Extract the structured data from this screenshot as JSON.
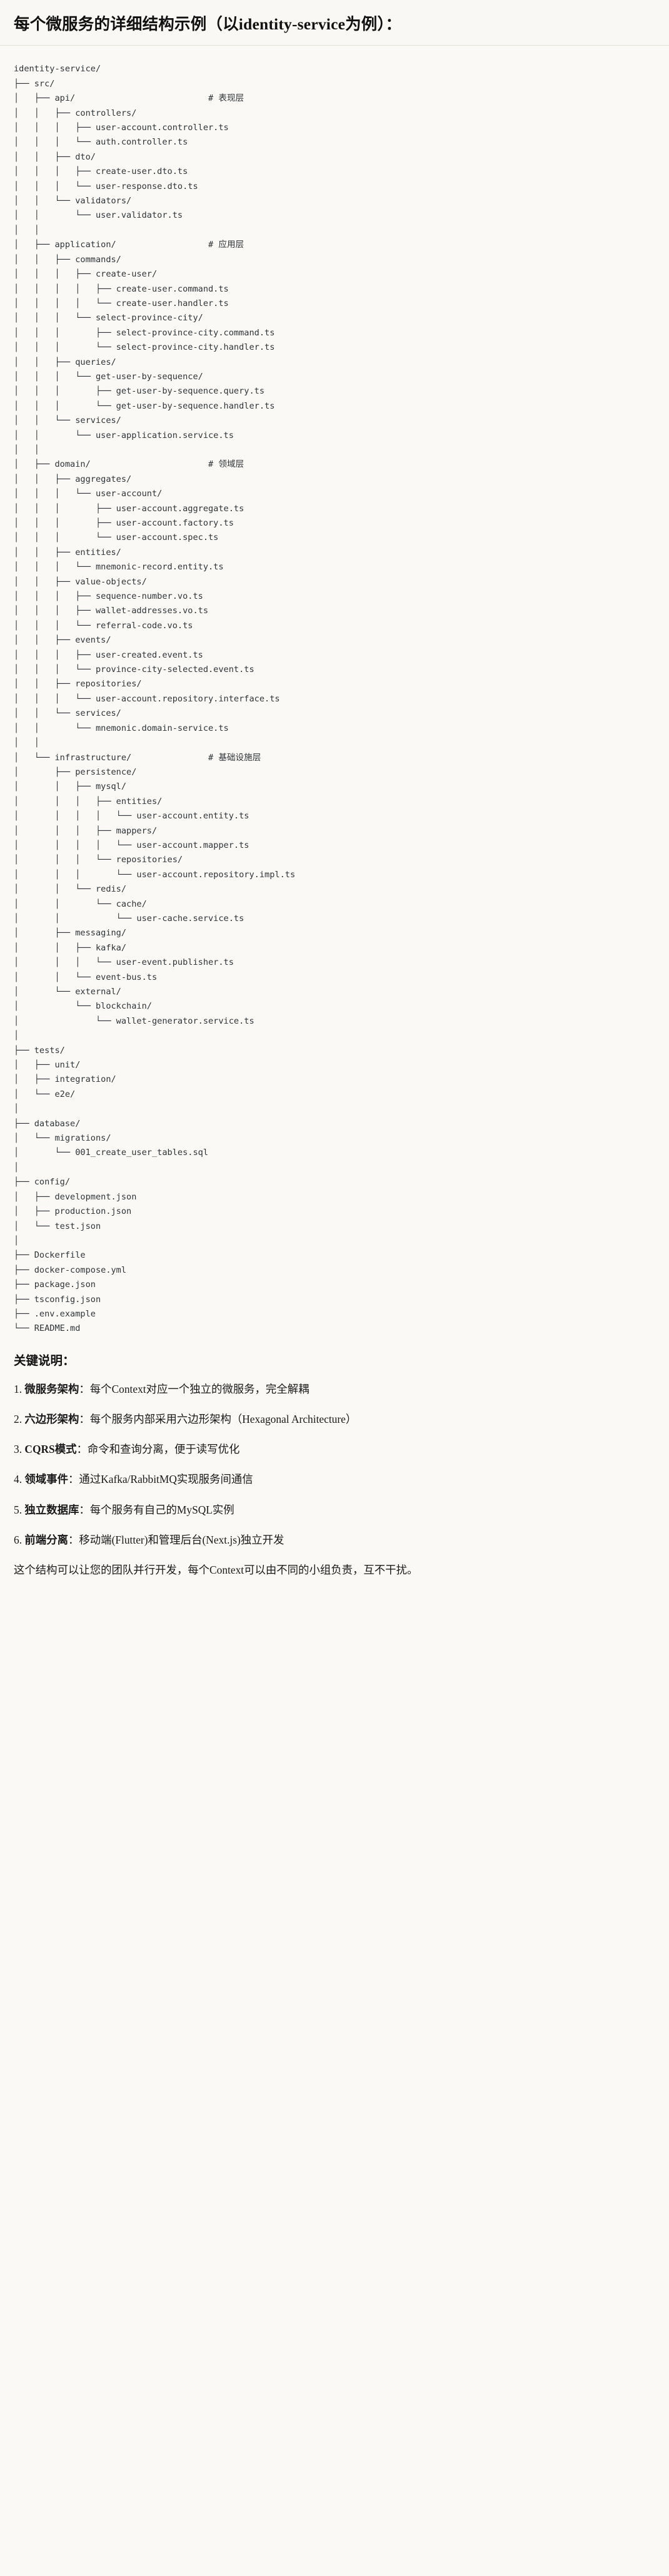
{
  "header": {
    "title": "每个微服务的详细结构示例（以identity-service为例）："
  },
  "tree": {
    "root_label": "identity-service/",
    "text": "identity-service/\n├── src/\n│   ├── api/                          # 表现层\n│   │   ├── controllers/\n│   │   │   ├── user-account.controller.ts\n│   │   │   └── auth.controller.ts\n│   │   ├── dto/\n│   │   │   ├── create-user.dto.ts\n│   │   │   └── user-response.dto.ts\n│   │   └── validators/\n│   │       └── user.validator.ts\n│   │\n│   ├── application/                  # 应用层\n│   │   ├── commands/\n│   │   │   ├── create-user/\n│   │   │   │   ├── create-user.command.ts\n│   │   │   │   └── create-user.handler.ts\n│   │   │   └── select-province-city/\n│   │   │       ├── select-province-city.command.ts\n│   │   │       └── select-province-city.handler.ts\n│   │   ├── queries/\n│   │   │   └── get-user-by-sequence/\n│   │   │       ├── get-user-by-sequence.query.ts\n│   │   │       └── get-user-by-sequence.handler.ts\n│   │   └── services/\n│   │       └── user-application.service.ts\n│   │\n│   ├── domain/                       # 领域层\n│   │   ├── aggregates/\n│   │   │   └── user-account/\n│   │   │       ├── user-account.aggregate.ts\n│   │   │       ├── user-account.factory.ts\n│   │   │       └── user-account.spec.ts\n│   │   ├── entities/\n│   │   │   └── mnemonic-record.entity.ts\n│   │   ├── value-objects/\n│   │   │   ├── sequence-number.vo.ts\n│   │   │   ├── wallet-addresses.vo.ts\n│   │   │   └── referral-code.vo.ts\n│   │   ├── events/\n│   │   │   ├── user-created.event.ts\n│   │   │   └── province-city-selected.event.ts\n│   │   ├── repositories/\n│   │   │   └── user-account.repository.interface.ts\n│   │   └── services/\n│   │       └── mnemonic.domain-service.ts\n│   │\n│   └── infrastructure/               # 基础设施层\n│       ├── persistence/\n│       │   ├── mysql/\n│       │   │   ├── entities/\n│       │   │   │   └── user-account.entity.ts\n│       │   │   ├── mappers/\n│       │   │   │   └── user-account.mapper.ts\n│       │   │   └── repositories/\n│       │   │       └── user-account.repository.impl.ts\n│       │   └── redis/\n│       │       └── cache/\n│       │           └── user-cache.service.ts\n│       ├── messaging/\n│       │   ├── kafka/\n│       │   │   └── user-event.publisher.ts\n│       │   └── event-bus.ts\n│       └── external/\n│           └── blockchain/\n│               └── wallet-generator.service.ts\n│\n├── tests/\n│   ├── unit/\n│   ├── integration/\n│   └── e2e/\n│\n├── database/\n│   └── migrations/\n│       └── 001_create_user_tables.sql\n│\n├── config/\n│   ├── development.json\n│   ├── production.json\n│   └── test.json\n│\n├── Dockerfile\n├── docker-compose.yml\n├── package.json\n├── tsconfig.json\n├── .env.example\n└── README.md",
    "comments": [
      {
        "label": "# 表现层",
        "attached_to": "api/"
      },
      {
        "label": "# 应用层",
        "attached_to": "application/"
      },
      {
        "label": "# 领域层",
        "attached_to": "domain/"
      },
      {
        "label": "# 基础设施层",
        "attached_to": "infrastructure/"
      }
    ]
  },
  "keys": {
    "heading": "关键说明：",
    "items": [
      {
        "num": "1.",
        "term": "微服务架构",
        "sep": "：",
        "desc": "每个Context对应一个独立的微服务，完全解耦"
      },
      {
        "num": "2.",
        "term": "六边形架构",
        "sep": "：",
        "desc": "每个服务内部采用六边形架构（Hexagonal Architecture）"
      },
      {
        "num": "3.",
        "term": "CQRS模式",
        "sep": "：",
        "desc": "命令和查询分离，便于读写优化"
      },
      {
        "num": "4.",
        "term": "领域事件",
        "sep": "：",
        "desc": "通过Kafka/RabbitMQ实现服务间通信"
      },
      {
        "num": "5.",
        "term": "独立数据库",
        "sep": "：",
        "desc": "每个服务有自己的MySQL实例"
      },
      {
        "num": "6.",
        "term": "前端分离",
        "sep": "：",
        "desc": "移动端(Flutter)和管理后台(Next.js)独立开发"
      }
    ],
    "closing": "这个结构可以让您的团队并行开发，每个Context可以由不同的小组负责，互不干扰。"
  },
  "colors": {
    "page_background": "#faf9f6",
    "header_background": "#f9f8f4",
    "divider": "#e3e0d8",
    "text": "#1a1a1a",
    "code_text": "#2f3437"
  }
}
